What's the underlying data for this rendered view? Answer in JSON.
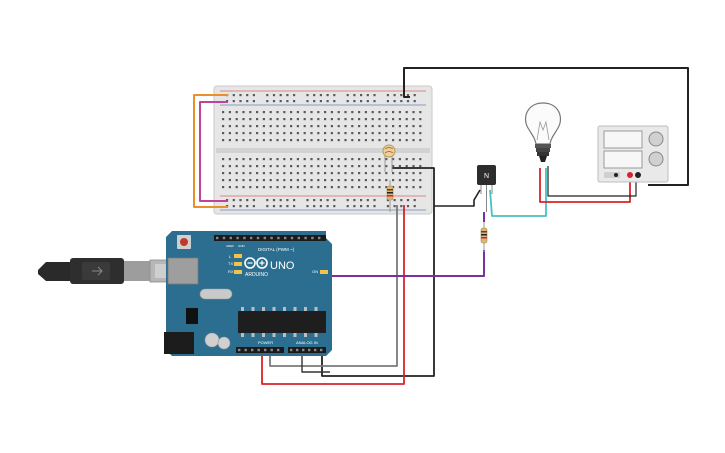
{
  "canvas": {
    "background": "#ffffff"
  },
  "colors": {
    "wire_orange": "#e8902a",
    "wire_magenta": "#c0439b",
    "wire_black": "#222222",
    "wire_red": "#d8232a",
    "wire_gray": "#7a7a7a",
    "wire_purple": "#7b2fa0",
    "wire_cyan": "#46c1c3",
    "arduino_blue": "#2b6e8f",
    "breadboard": "#e6e6e6",
    "supply_body": "#e9e9e9"
  },
  "arduino": {
    "brand": "ARDUINO",
    "model": "UNO",
    "header_digital": "DIGITAL (PWM ~)",
    "header_power": "POWER",
    "header_analog": "ANALOG IN",
    "tx_label": "TX",
    "rx_label": "RX",
    "l_label": "L",
    "on_label": "ON",
    "aref_label": "AREF",
    "gnd_label": "GND"
  },
  "transistor": {
    "label": "N"
  },
  "components": {
    "usb_cable": "usb-cable-icon",
    "lightbulb": "lightbulb-icon",
    "photoresistor": "photoresistor-icon",
    "resistor": "resistor-icon",
    "power_supply": "power-supply-icon"
  }
}
